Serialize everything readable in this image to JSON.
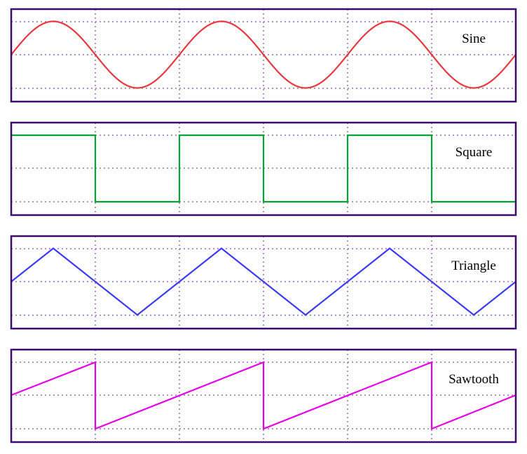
{
  "waves": [
    {
      "label": "Sine",
      "kind": "sine",
      "color": "#e8383d"
    },
    {
      "label": "Square",
      "kind": "square",
      "color": "#00a33a"
    },
    {
      "label": "Triangle",
      "kind": "triangle",
      "color": "#3c3cf5"
    },
    {
      "label": "Sawtooth",
      "kind": "sawtooth",
      "color": "#e600e6"
    }
  ],
  "cycles_shown": 3,
  "frame_color": "#3d0a6b",
  "grid_color": "#9b6bbf"
}
